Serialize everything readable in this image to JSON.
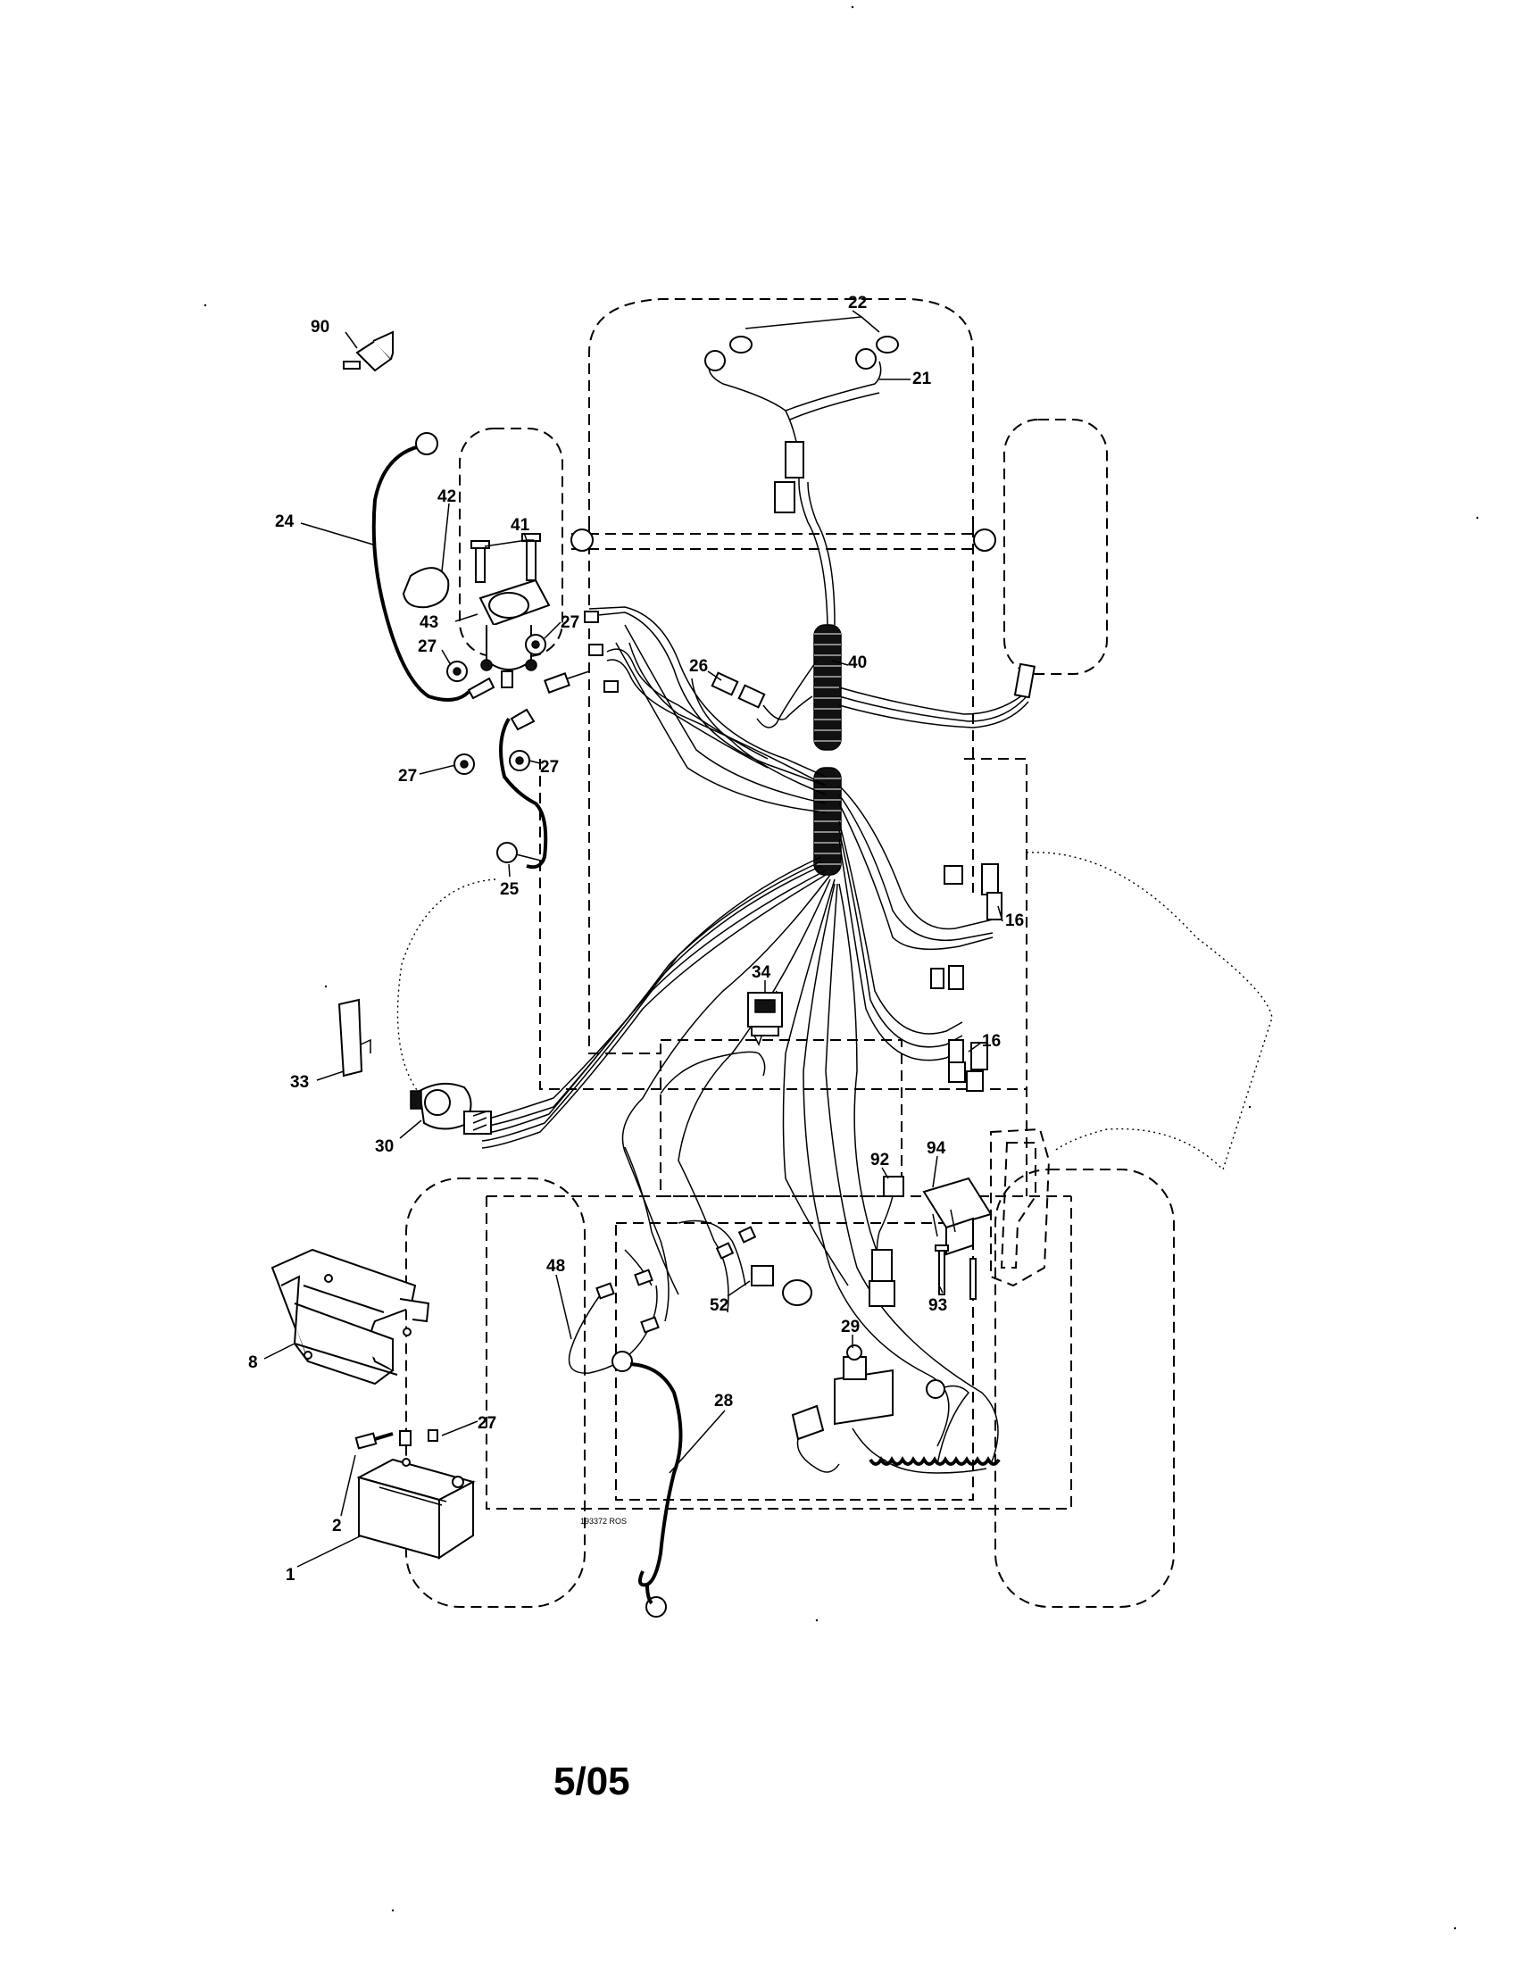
{
  "diagram": {
    "callouts": [
      "90",
      "22",
      "21",
      "24",
      "42",
      "41",
      "43",
      "27",
      "27",
      "27",
      "27",
      "26",
      "40",
      "25",
      "34",
      "16",
      "16",
      "33",
      "30",
      "92",
      "94",
      "48",
      "52",
      "93",
      "29",
      "8",
      "28",
      "27",
      "2",
      "1"
    ],
    "drawing_number": "193372 ROS",
    "page_label": "5/05"
  }
}
